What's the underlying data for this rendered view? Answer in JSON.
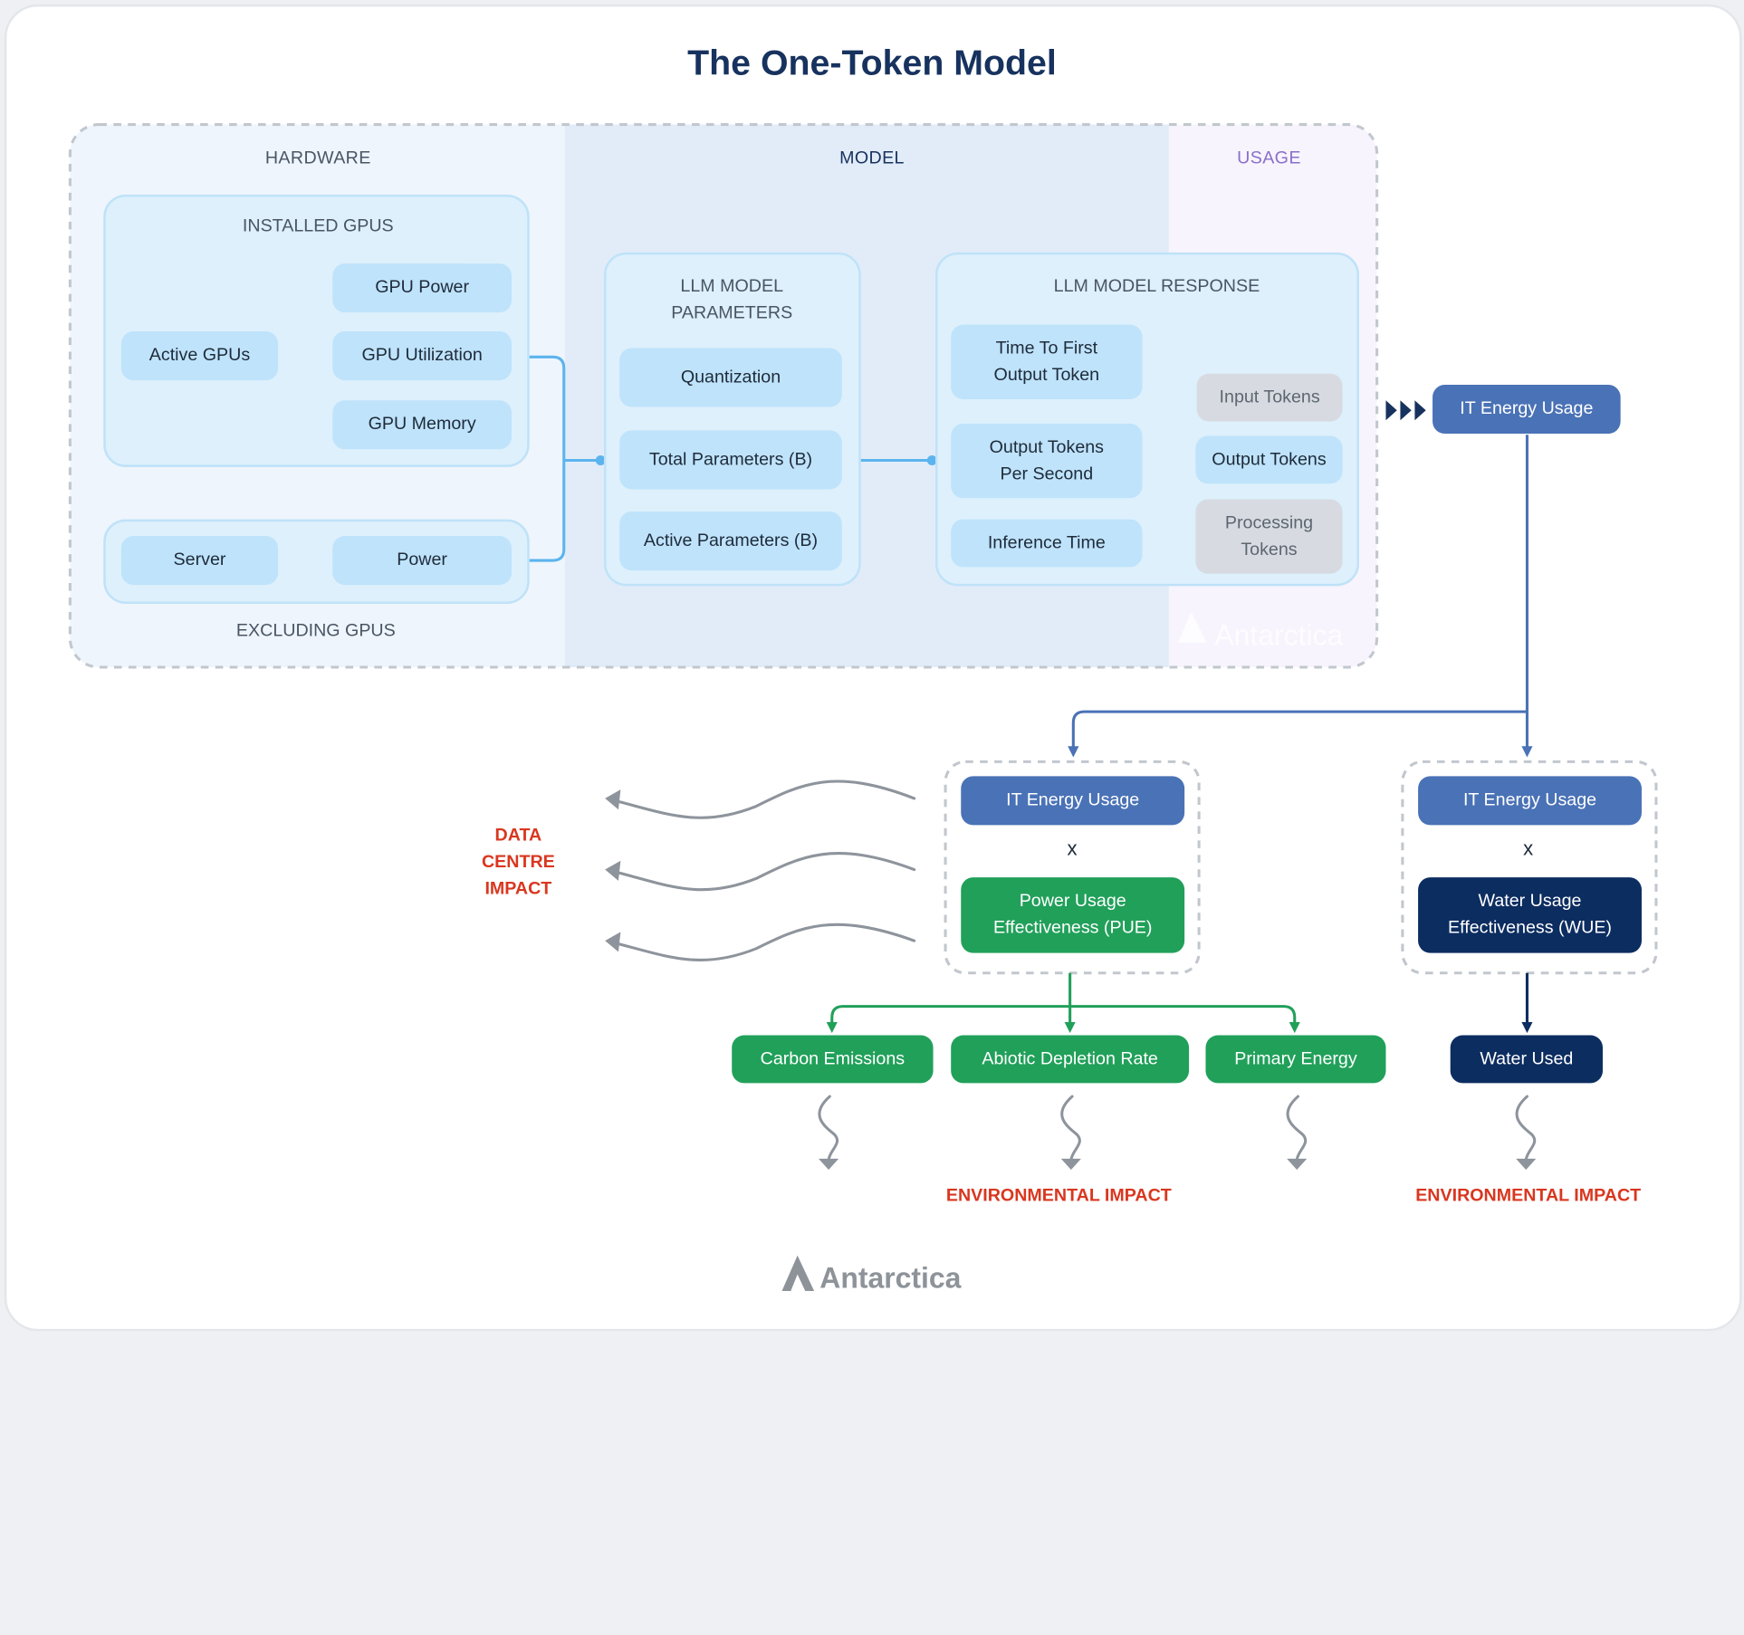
{
  "title": "The One-Token Model",
  "sections": {
    "hardware": "HARDWARE",
    "model": "MODEL",
    "usage": "USAGE"
  },
  "groups": {
    "installed_gpus": "INSTALLED GPUS",
    "excluding_gpus": "EXCLUDING GPUS",
    "llm_params_line1": "LLM MODEL",
    "llm_params_line2": "PARAMETERS",
    "llm_response": "LLM MODEL RESPONSE"
  },
  "nodes": {
    "active_gpus": "Active GPUs",
    "gpu_power": "GPU Power",
    "gpu_utilization": "GPU Utilization",
    "gpu_memory": "GPU Memory",
    "server": "Server",
    "power": "Power",
    "quantization": "Quantization",
    "total_parameters": "Total Parameters (B)",
    "active_parameters": "Active Parameters (B)",
    "ttft_line1": "Time To First",
    "ttft_line2": "Output Token",
    "otps_line1": "Output Tokens",
    "otps_line2": "Per Second",
    "inference_time": "Inference Time",
    "input_tokens": "Input Tokens",
    "output_tokens": "Output Tokens",
    "processing_line1": "Processing",
    "processing_line2": "Tokens",
    "it_energy_main": "IT Energy Usage",
    "it_energy_pue": "IT Energy Usage",
    "it_energy_wue": "IT Energy Usage",
    "times_a": "x",
    "times_b": "x",
    "pue_line1": "Power Usage",
    "pue_line2": "Effectiveness (PUE)",
    "wue_line1": "Water Usage",
    "wue_line2": "Effectiveness (WUE)",
    "carbon": "Carbon Emissions",
    "abiotic": "Abiotic Depletion Rate",
    "primary_energy": "Primary Energy",
    "water_used": "Water Used"
  },
  "labels": {
    "data_centre_1": "DATA",
    "data_centre_2": "CENTRE",
    "data_centre_3": "IMPACT",
    "env_impact_a": "ENVIRONMENTAL IMPACT",
    "env_impact_b": "ENVIRONMENTAL IMPACT"
  },
  "branding": {
    "watermark": "Antarctica",
    "logo": "Antarctica"
  },
  "colors": {
    "title": "#17325e",
    "light_node": "#bfe3fb",
    "connector": "#5cb4ee",
    "it_energy": "#4a72b6",
    "green": "#21a05a",
    "navy": "#0c2d60",
    "grey_node": "#d7dbe1",
    "impact_red": "#d9371f",
    "usage_heading": "#8a6fc9"
  }
}
